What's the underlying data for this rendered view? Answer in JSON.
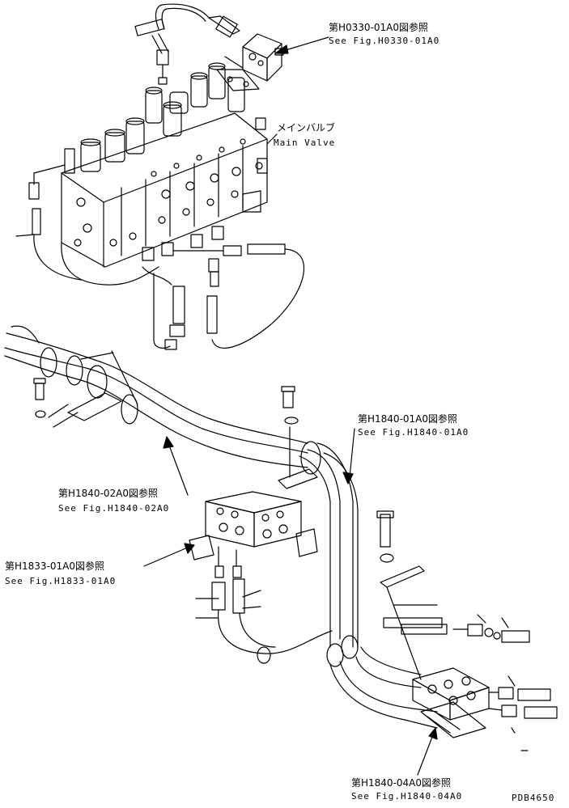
{
  "callouts": {
    "h0330": {
      "jp": "第H0330-01A0図参照",
      "en": "See Fig.H0330-01A0"
    },
    "main_valve": {
      "jp": "メインバルブ",
      "en": "Main Valve"
    },
    "h1840_01": {
      "jp": "第H1840-01A0図参照",
      "en": "See Fig.H1840-01A0"
    },
    "h1840_02": {
      "jp": "第H1840-02A0図参照",
      "en": "See Fig.H1840-02A0"
    },
    "h1833": {
      "jp": "第H1833-01A0図参照",
      "en": "See Fig.H1833-01A0"
    },
    "h1840_04": {
      "jp": "第H1840-04A0図参照",
      "en": "See Fig.H1840-04A0"
    }
  },
  "drawing_code": "PDB4650"
}
